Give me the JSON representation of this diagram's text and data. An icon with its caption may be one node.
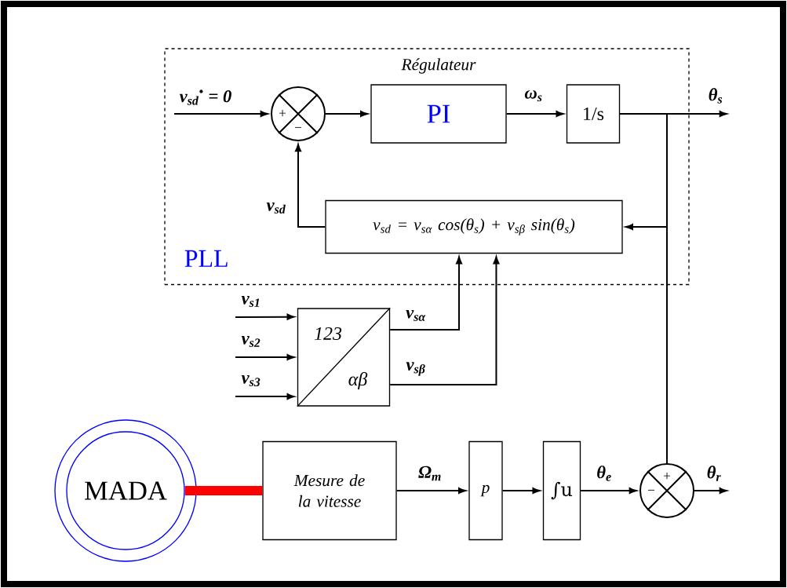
{
  "diagram": {
    "nodes": [
      {
        "text": [
          "PLL"
        ]
      },
      {
        "text": [
          "+",
          "−"
        ],
        "in": 0
      },
      {
        "text": [
          "PI"
        ],
        "beside": [
          "Régulateur"
        ],
        "in": 0
      },
      {
        "text": [
          "1/s"
        ],
        "in": 0
      },
      {
        "text": [
          "v$_{sd}$ = v$_{sα}$ cos(θ$_{s}$) + v$_{sβ}$ sin(θ$_{s}$)"
        ],
        "in": 0
      },
      {
        "text": [
          "123",
          "αβ"
        ]
      },
      {
        "text": [
          "MADA"
        ]
      },
      {
        "text": [
          "Mesure de la vitesse"
        ]
      },
      {
        "text": [
          "p"
        ]
      },
      {
        "text": [
          "∫u"
        ]
      },
      {
        "text": [
          "+",
          "−"
        ]
      }
    ],
    "edges": [
      {
        "from": null,
        "to": 1,
        "arrow": "to",
        "label": "v$_{sd}$$^{•}$ = 0"
      },
      {
        "from": 1,
        "to": 2,
        "arrow": "to"
      },
      {
        "from": 2,
        "to": 3,
        "arrow": "to",
        "label": "ω$_{s}$"
      },
      {
        "from": 3,
        "to": null,
        "arrow": "to",
        "label": "θ$_{s}$"
      },
      {
        "from": 3,
        "to": 4,
        "arrow": "to"
      },
      {
        "from": 3,
        "to": 10,
        "arrow": "none"
      },
      {
        "from": 4,
        "to": 1,
        "arrow": "to",
        "label": "v$_{sd}$"
      },
      {
        "from": null,
        "to": 5,
        "arrow": "to",
        "label": "v$_{s1}$"
      },
      {
        "from": null,
        "to": 5,
        "arrow": "to",
        "label": "v$_{s2}$"
      },
      {
        "from": null,
        "to": 5,
        "arrow": "to",
        "label": "v$_{s3}$"
      },
      {
        "from": 5,
        "to": 4,
        "arrow": "to",
        "label": "v$_{sα}$"
      },
      {
        "from": 5,
        "to": 4,
        "arrow": "to",
        "label": "v$_{sβ}$"
      },
      {
        "from": 6,
        "to": 7,
        "arrow": "none",
        "style": "thick",
        "color": "#ff0000"
      },
      {
        "from": 7,
        "to": 8,
        "arrow": "to",
        "label": "Ω$_{m}$"
      },
      {
        "from": 8,
        "to": 9,
        "arrow": "to"
      },
      {
        "from": 9,
        "to": 10,
        "arrow": "to",
        "label": "θ$_{e}$"
      },
      {
        "from": 10,
        "to": null,
        "arrow": "to",
        "label": "θ$_{r}$"
      }
    ]
  }
}
